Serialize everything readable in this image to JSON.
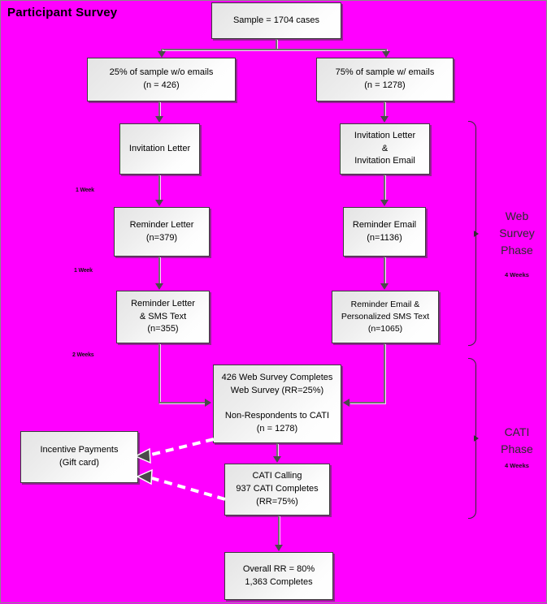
{
  "diagram": {
    "title": "Participant Survey",
    "background_color": "#FF00FF",
    "node_border_color": "#3a3a3a",
    "connector_color": "#6f6f6f",
    "dashed_connector_color": "#FFFFFF"
  },
  "nodes": {
    "sample": "Sample = 1704 cases",
    "left_branch": "25% of sample w/o emails\n(n = 426)",
    "right_branch": "75% of sample w/ emails\n(n = 1278)",
    "left_invitation": "Invitation Letter",
    "right_invitation": "Invitation Letter\n&\nInvitation Email",
    "left_reminder": "Reminder Letter\n(n=379)",
    "right_reminder": "Reminder Email\n(n=1136)",
    "left_reminder_sms": "Reminder Letter\n& SMS Text\n(n=355)",
    "right_reminder_sms": "Reminder Email &\nPersonalized SMS Text\n(n=1065)",
    "web_completes": "426 Web Survey Completes\nWeb Survey (RR=25%)\n\nNon-Respondents to CATI\n(n = 1278)",
    "incentive": "Incentive Payments\n(Gift card)",
    "cati_calling": "CATI Calling\n937 CATI Completes\n(RR=75%)",
    "overall": "Overall RR = 80%\n1,363 Completes"
  },
  "time_labels": {
    "left_week_1": "1 Week",
    "left_week_2": "1 Week",
    "left_weeks_2": "2 Weeks"
  },
  "phases": [
    {
      "name": "web-survey-phase",
      "label": "Web\nSurvey\nPhase",
      "duration": "4 Weeks"
    },
    {
      "name": "cati-phase",
      "label": "CATI\nPhase",
      "duration": "4 Weeks"
    }
  ],
  "chart_data": {
    "type": "diagram",
    "title": "Participant Survey",
    "flow": [
      {
        "id": "sample",
        "label": "Sample = 1704 cases",
        "n": 1704
      },
      {
        "id": "left_branch",
        "label": "25% of sample w/o emails",
        "n": 426,
        "pct": 25
      },
      {
        "id": "right_branch",
        "label": "75% of sample w/ emails",
        "n": 1278,
        "pct": 75
      },
      {
        "id": "left_invitation",
        "label": "Invitation Letter"
      },
      {
        "id": "right_invitation",
        "label": "Invitation Letter & Invitation Email"
      },
      {
        "id": "left_reminder",
        "label": "Reminder Letter",
        "n": 379
      },
      {
        "id": "right_reminder",
        "label": "Reminder Email",
        "n": 1136
      },
      {
        "id": "left_reminder_sms",
        "label": "Reminder Letter & SMS Text",
        "n": 355
      },
      {
        "id": "right_reminder_sms",
        "label": "Reminder Email & Personalized SMS Text",
        "n": 1065
      },
      {
        "id": "web_completes",
        "label": "426 Web Survey Completes",
        "completes": 426,
        "rr": 25,
        "non_respondents": 1278
      },
      {
        "id": "cati_calling",
        "label": "CATI Calling",
        "completes": 937,
        "rr": 75
      },
      {
        "id": "incentive",
        "label": "Incentive Payments (Gift card)"
      },
      {
        "id": "overall",
        "label": "Overall RR = 80%",
        "rr": 80,
        "completes": 1363
      }
    ]
  }
}
